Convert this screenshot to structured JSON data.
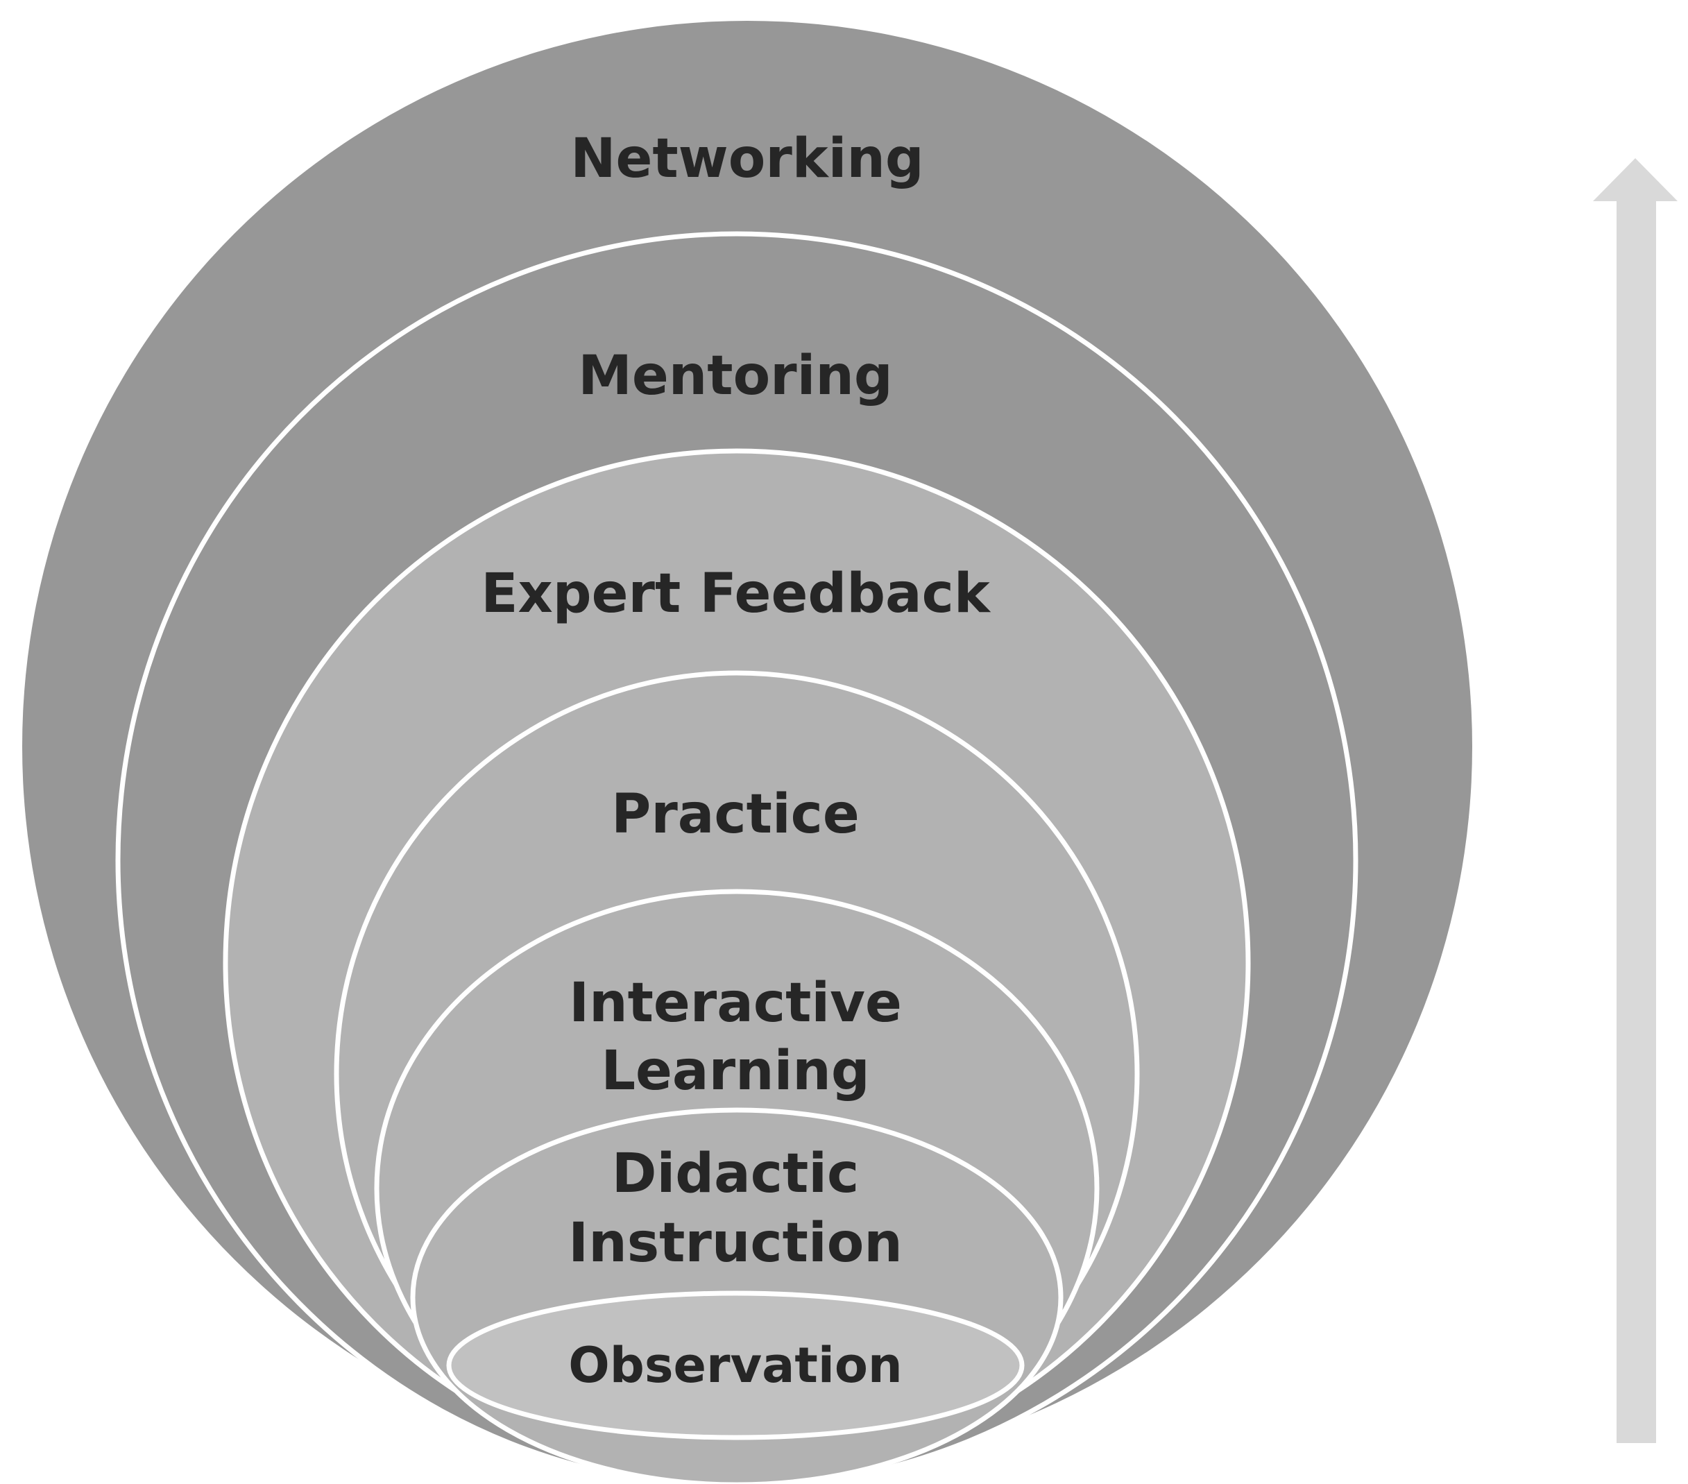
{
  "colors": {
    "outer_fill": "#979797",
    "inner_fill": "#b2b2b2",
    "core_fill": "#c1c1c1",
    "outline": "#ffffff",
    "label_text": "#262626",
    "arrow": "#d9d9d9"
  },
  "arrow": {
    "direction": "up"
  },
  "levels": [
    {
      "id": "networking",
      "lines": [
        "Networking"
      ]
    },
    {
      "id": "mentoring",
      "lines": [
        "Mentoring"
      ]
    },
    {
      "id": "expert-feedback",
      "lines": [
        "Expert Feedback"
      ]
    },
    {
      "id": "practice",
      "lines": [
        "Practice"
      ]
    },
    {
      "id": "interactive-learning",
      "lines": [
        "Interactive",
        "Learning"
      ]
    },
    {
      "id": "didactic-instruction",
      "lines": [
        "Didactic",
        "Instruction"
      ]
    },
    {
      "id": "observation",
      "lines": [
        "Observation"
      ]
    }
  ]
}
